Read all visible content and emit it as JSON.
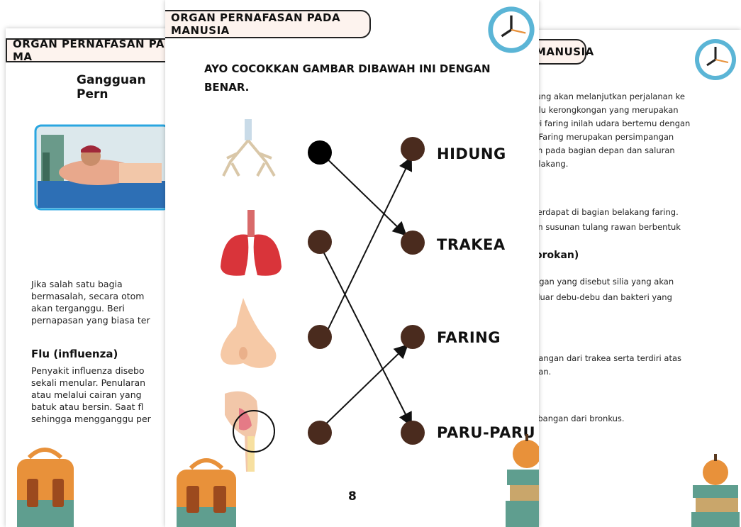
{
  "left_page": {
    "header": "ORGAN PERNAFASAN PADA MA",
    "title": "Gangguan Pern",
    "paragraph1": [
      "Jika salah satu bagia",
      "bermasalah, secara otom",
      "akan terganggu. Beri",
      "pernapasan yang biasa ter"
    ],
    "subheading": "Flu (influenza)",
    "paragraph2": [
      "Penyakit influenza disebo",
      "sekali menular. Penularan",
      "atau melalui cairan yang",
      "batuk atau bersin. Saat fl",
      "sehingga mengganggu per"
    ]
  },
  "center_page": {
    "header": "ORGAN PERNAFASAN PADA MANUSIA",
    "instruction_line1": "AYO COCOKKAN GAMBAR DIBAWAH INI DENGAN",
    "instruction_line2": "BENAR.",
    "answers": [
      "HIDUNG",
      "TRAKEA",
      "FARING",
      "PARU-PARU"
    ],
    "page_number": "8"
  },
  "right_page": {
    "header": "MANUSIA",
    "lines": [
      "idung akan melanjutkan perjalanan ke",
      "hulu kerongkongan yang merupakan",
      ". Di faring inilah udara bertemu dengan",
      "n. Faring merupakan persimpangan",
      "san pada bagian depan dan saluran",
      "belakang.",
      ") terdapat di bagian belakang faring.",
      "ilan susunan tulang rawan berbentuk",
      "gorokan)",
      "ringan yang disebut silia yang akan",
      "keluar debu-debu dan bakteri yang",
      "abangan dari trakea serta terdiri atas",
      "anan.",
      "cabangan dari bronkus."
    ]
  },
  "colors": {
    "header_bg": "#fdf3ee",
    "dot": "#4a2b1e",
    "dot_black": "#000000",
    "bag_orange": "#e8913a",
    "bag_teal": "#5f9e8f"
  }
}
